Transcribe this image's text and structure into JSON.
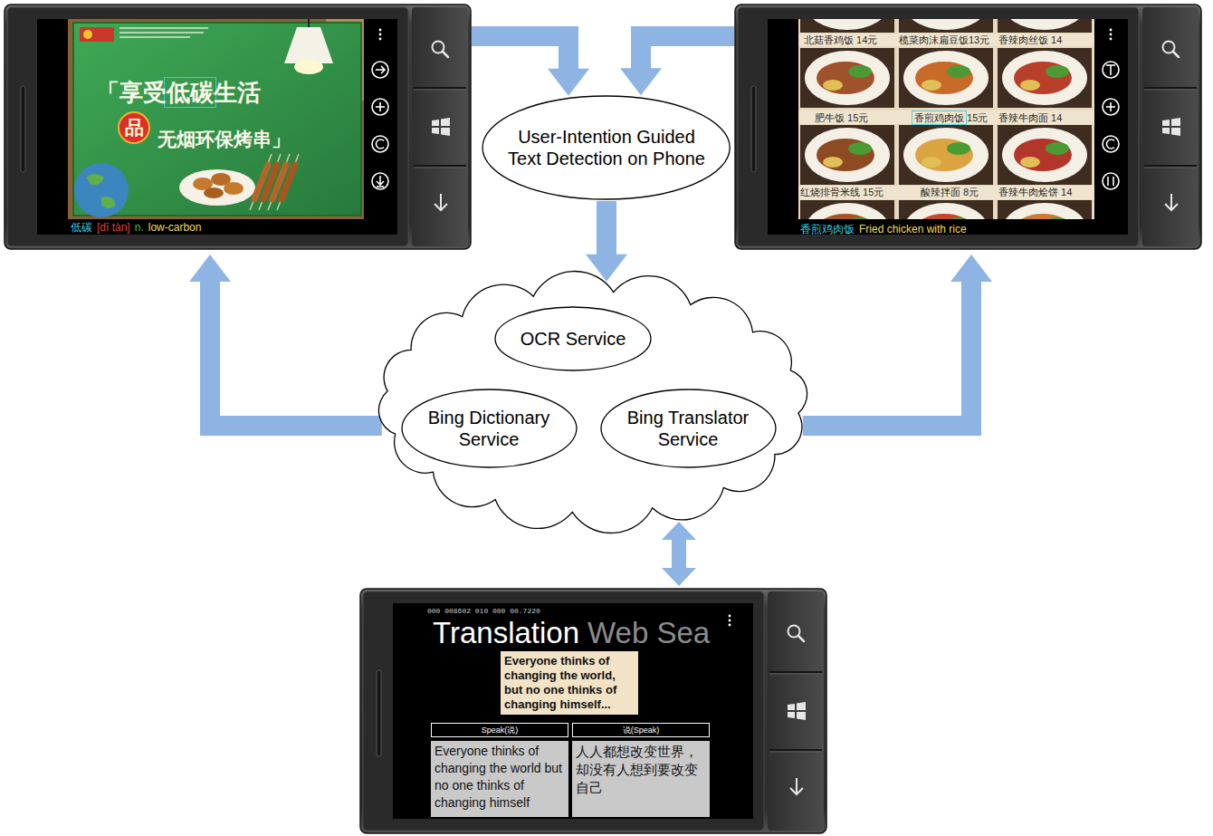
{
  "diagram": {
    "nodes": [
      {
        "text": [
          "「享受低碳生活",
          "品",
          "无烟环保烤串」",
          "低碳",
          "[dī tàn]",
          "n.",
          "low-carbon"
        ]
      },
      {
        "text": [
          "北菇香鸡饭 14元",
          "榄菜肉沫扁豆饭13元",
          "香辣肉丝饭 14",
          "肥牛饭 15元",
          "香煎鸡肉饭 15元",
          "香辣牛肉面 14",
          "红烧排骨米线 15元",
          "酸辣拌面 8元",
          "香辣牛肉烩饼 14",
          "香煎鸡肉饭",
          "Fried chicken with rice"
        ]
      },
      {
        "text": [
          "User-Intention Guided Text Detection on Phone"
        ]
      },
      {
        "text": []
      },
      {
        "text": [
          "OCR Service"
        ],
        "in": 3
      },
      {
        "text": [
          "Bing Dictionary Service"
        ],
        "in": 3
      },
      {
        "text": [
          "Bing Translator Service"
        ],
        "in": 3
      },
      {
        "text": [
          "000 008602 010 000 00.7220",
          "Translation",
          "Web Sea",
          "Everyone thinks of changing the world, but no one thinks of changing himself...",
          "Speak(说)",
          "说(Speak)",
          "Everyone thinks of changing the world but no one thinks of changing himself",
          "人人都想改变世界，却没有人想到要改变自己"
        ]
      }
    ],
    "edges": [
      {
        "from": 0,
        "to": 2,
        "arrow": "to"
      },
      {
        "from": 1,
        "to": 2,
        "arrow": "to"
      },
      {
        "from": 2,
        "to": 3,
        "arrow": "to"
      },
      {
        "from": 4,
        "to": 5,
        "arrow": "to"
      },
      {
        "from": 4,
        "to": 6,
        "arrow": "to"
      },
      {
        "from": 3,
        "to": 0,
        "arrow": "to"
      },
      {
        "from": 3,
        "to": 1,
        "arrow": "to"
      },
      {
        "from": 3,
        "to": 7,
        "arrow": "both"
      }
    ]
  }
}
